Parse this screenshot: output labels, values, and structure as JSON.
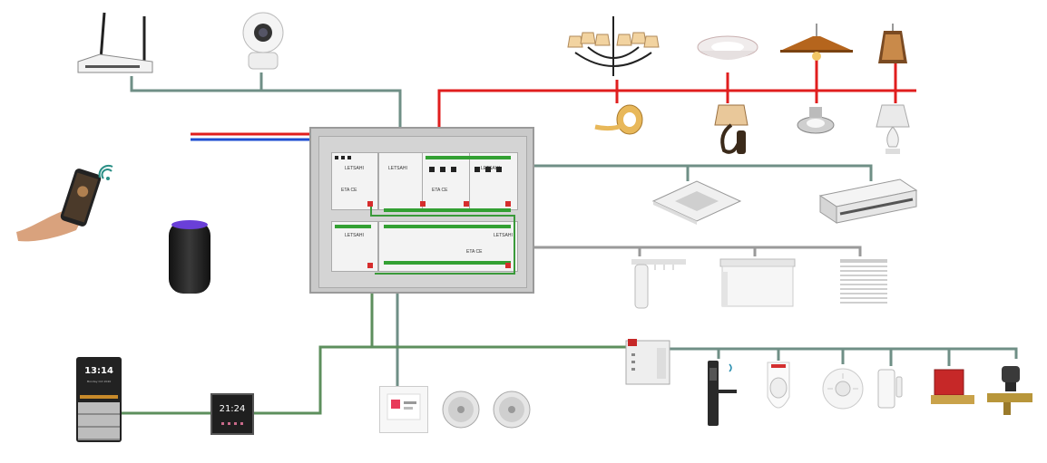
{
  "colors": {
    "power_line": "#e01e1e",
    "control_bus": "#6f8f86",
    "green_bus": "#3a9a3a",
    "panel_gray": "#c9c9c9",
    "blue_line": "#1f4fd1",
    "device_gray": "#d7d7d7"
  },
  "wall_panel_large": {
    "time": "13:14",
    "date": "Monday Oct 2020"
  },
  "wall_panel_small": {
    "time": "21:24"
  },
  "modules": {
    "brand": "LETSAHI",
    "mark": "ETA CE"
  },
  "icons": [
    "router-icon",
    "camera-icon",
    "phone-hand-icon",
    "wifi-icon",
    "smart-speaker-icon",
    "chandelier-icon",
    "ceiling-lamp-icon",
    "pendant-lamp-icon",
    "lampshade-icon",
    "led-strip-icon",
    "wall-lamp-icon",
    "downlight-icon",
    "table-lamp-icon",
    "cassette-ac-icon",
    "ducted-ac-icon",
    "curtain-motor-icon",
    "roller-blind-icon",
    "venetian-blind-icon",
    "io-module-icon",
    "smart-lock-icon",
    "pir-sensor-icon",
    "smoke-detector-icon",
    "door-sensor-icon",
    "water-valve-icon",
    "gas-valve-icon",
    "touch-panel-icon",
    "ceiling-speaker-icon"
  ]
}
